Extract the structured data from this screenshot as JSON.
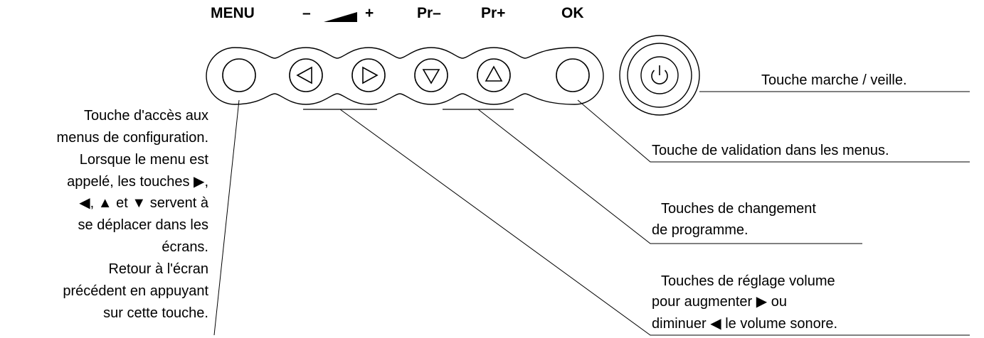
{
  "labels": {
    "menu": "MENU",
    "vol_minus": "–",
    "vol_plus": "+",
    "pr_minus": "Pr–",
    "pr_plus": "Pr+",
    "ok": "OK"
  },
  "icons": {
    "volume_ramp": "volume-ramp-icon",
    "left": "triangle-left-icon",
    "right": "triangle-right-icon",
    "down": "triangle-down-icon",
    "up": "triangle-up-icon",
    "power": "power-icon"
  },
  "callouts": {
    "power": "Touche marche / veille.",
    "ok": "Touche de validation dans les menus.",
    "programme": [
      "Touches de changement",
      "de programme."
    ],
    "volume": [
      "Touches de réglage volume",
      "pour augmenter ▶ ou",
      "diminuer ◀ le volume sonore."
    ],
    "menu": [
      "Touche d'accès aux",
      "menus de configuration.",
      "Lorsque le menu est",
      "appelé, les touches ▶,",
      "◀, ▲ et ▼ servent à",
      "se déplacer dans les",
      "écrans.",
      "Retour à l'écran",
      "précédent en appuyant",
      "sur cette touche."
    ]
  }
}
